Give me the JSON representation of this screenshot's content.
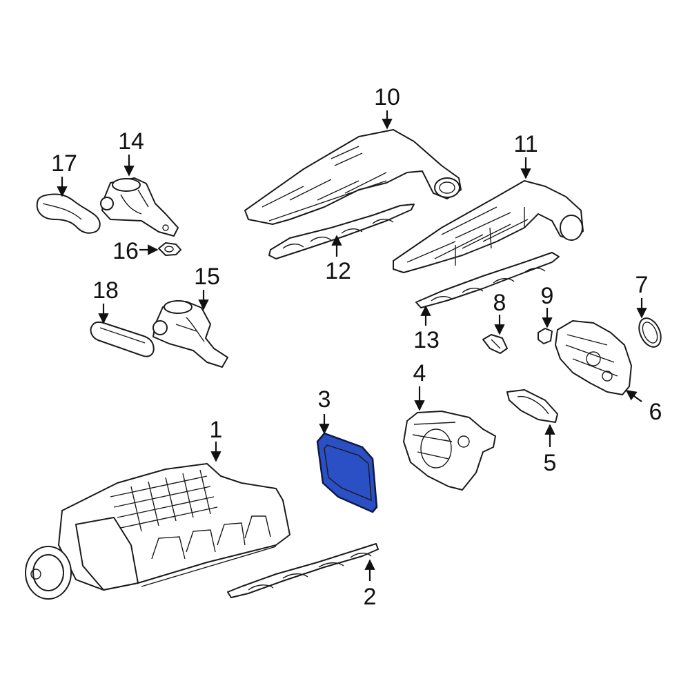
{
  "highlight_color": "#2b4fc4",
  "callouts": [
    {
      "id": "1",
      "text": "1"
    },
    {
      "id": "2",
      "text": "2"
    },
    {
      "id": "3",
      "text": "3"
    },
    {
      "id": "4",
      "text": "4"
    },
    {
      "id": "5",
      "text": "5"
    },
    {
      "id": "6",
      "text": "6"
    },
    {
      "id": "7",
      "text": "7"
    },
    {
      "id": "8",
      "text": "8"
    },
    {
      "id": "9",
      "text": "9"
    },
    {
      "id": "10",
      "text": "10"
    },
    {
      "id": "11",
      "text": "11"
    },
    {
      "id": "12",
      "text": "12"
    },
    {
      "id": "13",
      "text": "13"
    },
    {
      "id": "14",
      "text": "14"
    },
    {
      "id": "15",
      "text": "15"
    },
    {
      "id": "16",
      "text": "16"
    },
    {
      "id": "17",
      "text": "17"
    },
    {
      "id": "18",
      "text": "18"
    }
  ],
  "highlighted_part": "3"
}
